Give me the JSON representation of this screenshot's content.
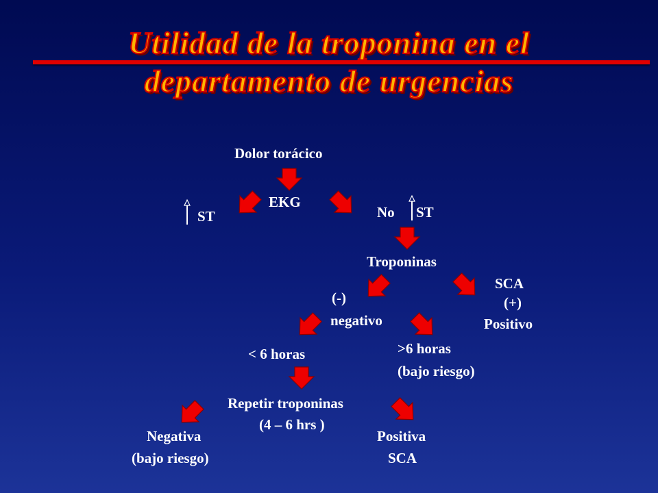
{
  "title": {
    "line1": "Utilidad de la troponina en el",
    "line2": "departamento de urgencias"
  },
  "nodes": {
    "dolor": "Dolor torácico",
    "ekg": "EKG",
    "st_up": "ST",
    "no": "No",
    "st_no": "ST",
    "troponinas": "Troponinas",
    "sca": "SCA",
    "plus": "(+)",
    "positivo": "Positivo",
    "minus": "(-)",
    "negativo": "negativo",
    "lt6": "< 6 horas",
    "gt6": ">6 horas",
    "bajo1": "(bajo riesgo)",
    "repetir": "Repetir troponinas",
    "hrs": "(4 – 6 hrs )",
    "negativa": "Negativa",
    "bajo2": "(bajo riesgo)",
    "positiva": "Positiva",
    "sca2": "SCA"
  },
  "colors": {
    "arrow": "#ee0000",
    "title_fill": "#ffb400",
    "title_outline": "#d20000",
    "text": "#ffffff"
  }
}
